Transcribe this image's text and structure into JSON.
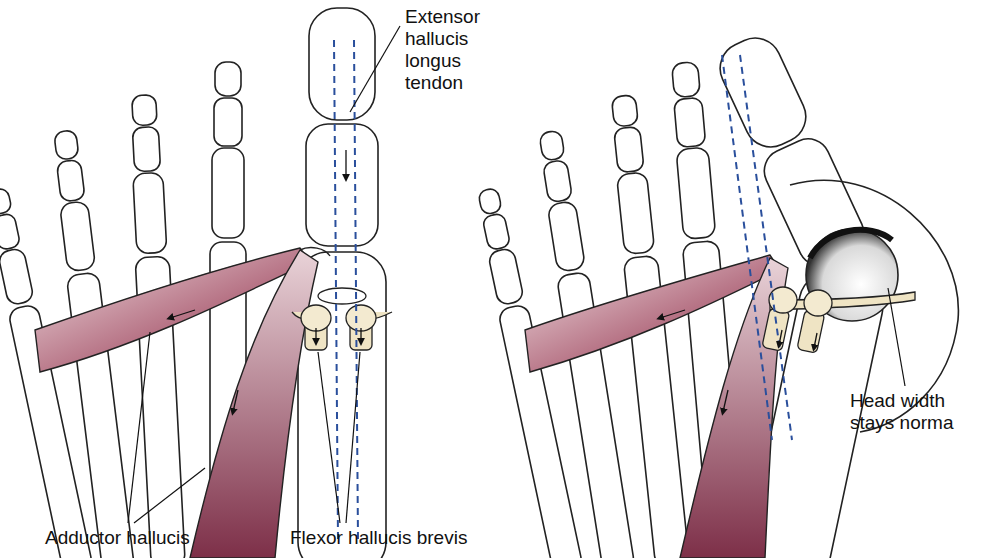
{
  "diagram": {
    "labels": [
      "Extensor hallucis longus tendon",
      "Adductor hallucis",
      "Flexor hallucis brevis",
      "Head width stays norma"
    ]
  }
}
